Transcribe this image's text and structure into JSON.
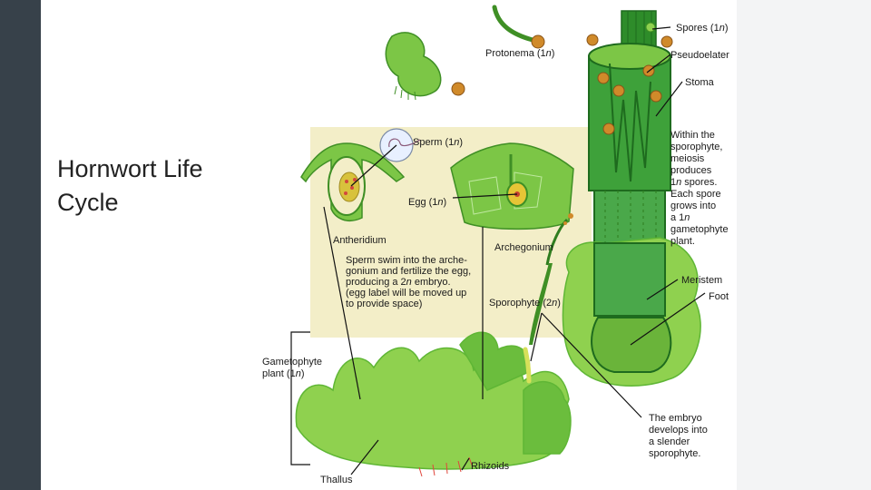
{
  "slide": {
    "title": "Hornwort Life Cycle"
  },
  "diagram": {
    "labels": {
      "spores": [
        "Spores (1",
        "n",
        ")"
      ],
      "pseudoelater": "Pseudoelater",
      "stoma": "Stoma",
      "protonema": [
        "Protonema (1",
        "n",
        ")"
      ],
      "sperm": [
        "Sperm (1",
        "n",
        ")"
      ],
      "egg": [
        "Egg (1",
        "n",
        ")"
      ],
      "antheridium": "Antheridium",
      "archegonium": "Archegonium",
      "meristem": "Meristem",
      "foot": "Foot",
      "sporophyte": [
        "Sporophyte (2",
        "n",
        ")"
      ],
      "gametophyte_line1": "Gametophyte",
      "gametophyte_line2": [
        "plant (1",
        "n",
        ")"
      ],
      "rhizoids": "Rhizoids",
      "thallus": "Thallus"
    },
    "texts": {
      "meiosis": [
        [
          "Within the"
        ],
        [
          "sporophyte,"
        ],
        [
          "meiosis"
        ],
        [
          "produces"
        ],
        [
          "1",
          "n",
          " spores."
        ],
        [
          "Each spore"
        ],
        [
          "grows into"
        ],
        [
          "a 1",
          "n"
        ],
        [
          "gametophyte"
        ],
        [
          "plant."
        ]
      ],
      "fertilization": [
        [
          "Sperm swim into the arche-"
        ],
        [
          "gonium and fertilize the egg,"
        ],
        [
          "producing a 2",
          "n",
          " embryo."
        ],
        [
          "(egg label will be moved up"
        ],
        [
          "to provide space)"
        ]
      ],
      "embryo": [
        [
          "The embryo"
        ],
        [
          "develops into"
        ],
        [
          "a slender"
        ],
        [
          "sporophyte."
        ]
      ]
    },
    "colors": {
      "background_panel": "#f3eec8",
      "thallus_light": "#8fd14f",
      "thallus_mid": "#5fb635",
      "thallus_dark": "#2f7d1f",
      "sporophyte_dark": "#1e6b1e",
      "spore": "#d08a2a",
      "rhizoid": "#e0463c",
      "sidebar": "#37414a"
    }
  }
}
